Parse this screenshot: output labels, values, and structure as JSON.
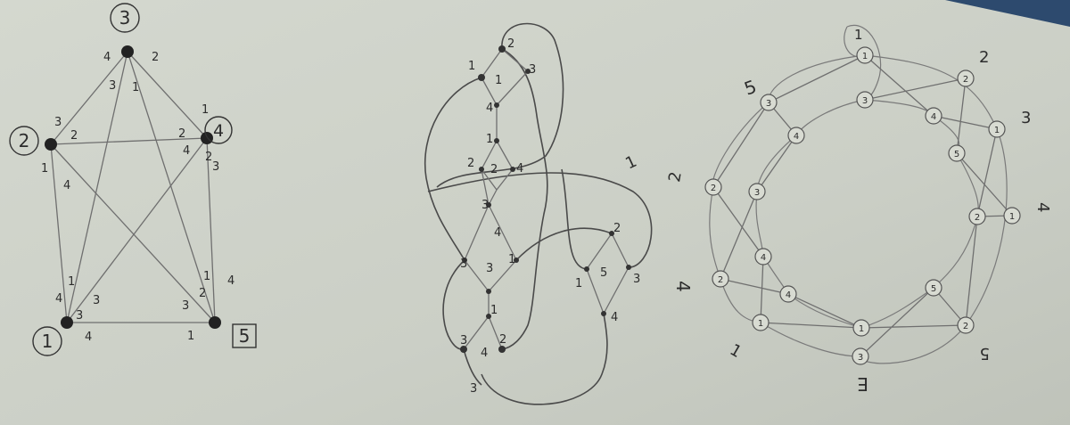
{
  "graph": {
    "vertices": [
      {
        "id": "1",
        "label": "1",
        "marker": "circle"
      },
      {
        "id": "2",
        "label": "2",
        "marker": "circle"
      },
      {
        "id": "3",
        "label": "3",
        "marker": "circle"
      },
      {
        "id": "4",
        "label": "4",
        "marker": "circle"
      },
      {
        "id": "5",
        "label": "5",
        "marker": "square"
      }
    ],
    "edges": [
      [
        "1",
        "3"
      ],
      [
        "1",
        "2"
      ],
      [
        "1",
        "4"
      ],
      [
        "1",
        "5"
      ],
      [
        "2",
        "3"
      ],
      [
        "2",
        "4"
      ],
      [
        "2",
        "5"
      ],
      [
        "3",
        "4"
      ],
      [
        "3",
        "5"
      ],
      [
        "4",
        "5"
      ]
    ],
    "labels": [
      "4",
      "2",
      "3",
      "1",
      "3",
      "2",
      "2",
      "4",
      "1",
      "4",
      "1",
      "4",
      "3",
      "1",
      "3",
      "4",
      "2",
      "3",
      "1",
      "4",
      "1",
      "2",
      "3"
    ]
  },
  "knot": {
    "labels": [
      "2",
      "1",
      "1",
      "3",
      "4",
      "1",
      "2",
      "2",
      "4",
      "3",
      "4",
      "3",
      "3",
      "1",
      "1",
      "2",
      "3",
      "4",
      "3",
      "2",
      "1",
      "5",
      "3",
      "4"
    ],
    "annotation": "1"
  },
  "ring": {
    "node_labels": [
      "1",
      "3",
      "2",
      "4",
      "3",
      "4",
      "1",
      "5",
      "2",
      "3",
      "2",
      "1",
      "4",
      "2",
      "4",
      "5",
      "1",
      "1",
      "2",
      "3"
    ],
    "outer_labels": [
      "1",
      "2",
      "3",
      "4",
      "5",
      "E",
      "1",
      "4",
      "2",
      "5"
    ]
  }
}
